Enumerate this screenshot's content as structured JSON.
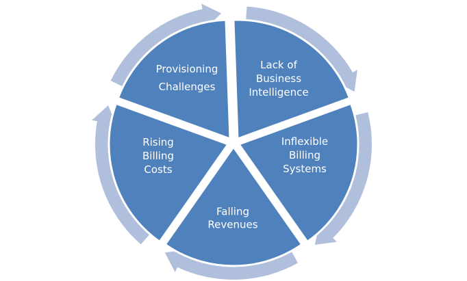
{
  "diagram": {
    "colors": {
      "segment_fill": "#4f81bd",
      "segment_gap": "#ffffff",
      "ring_arrow": "#b0bfdc",
      "label_text": "#ffffff"
    },
    "segments": [
      {
        "id": "lack-of-business-intelligence",
        "lines": [
          "Lack of",
          "Business",
          "Intelligence"
        ]
      },
      {
        "id": "inflexible-billing-systems",
        "lines": [
          "Inflexible",
          "Billing",
          "Systems"
        ]
      },
      {
        "id": "falling-revenues",
        "lines": [
          "Falling",
          "Revenues"
        ]
      },
      {
        "id": "rising-billing-costs",
        "lines": [
          "Rising",
          "Billing",
          "Costs"
        ]
      },
      {
        "id": "provisioning-challenges",
        "lines": [
          "Provisioning",
          "Challenges"
        ]
      }
    ]
  }
}
